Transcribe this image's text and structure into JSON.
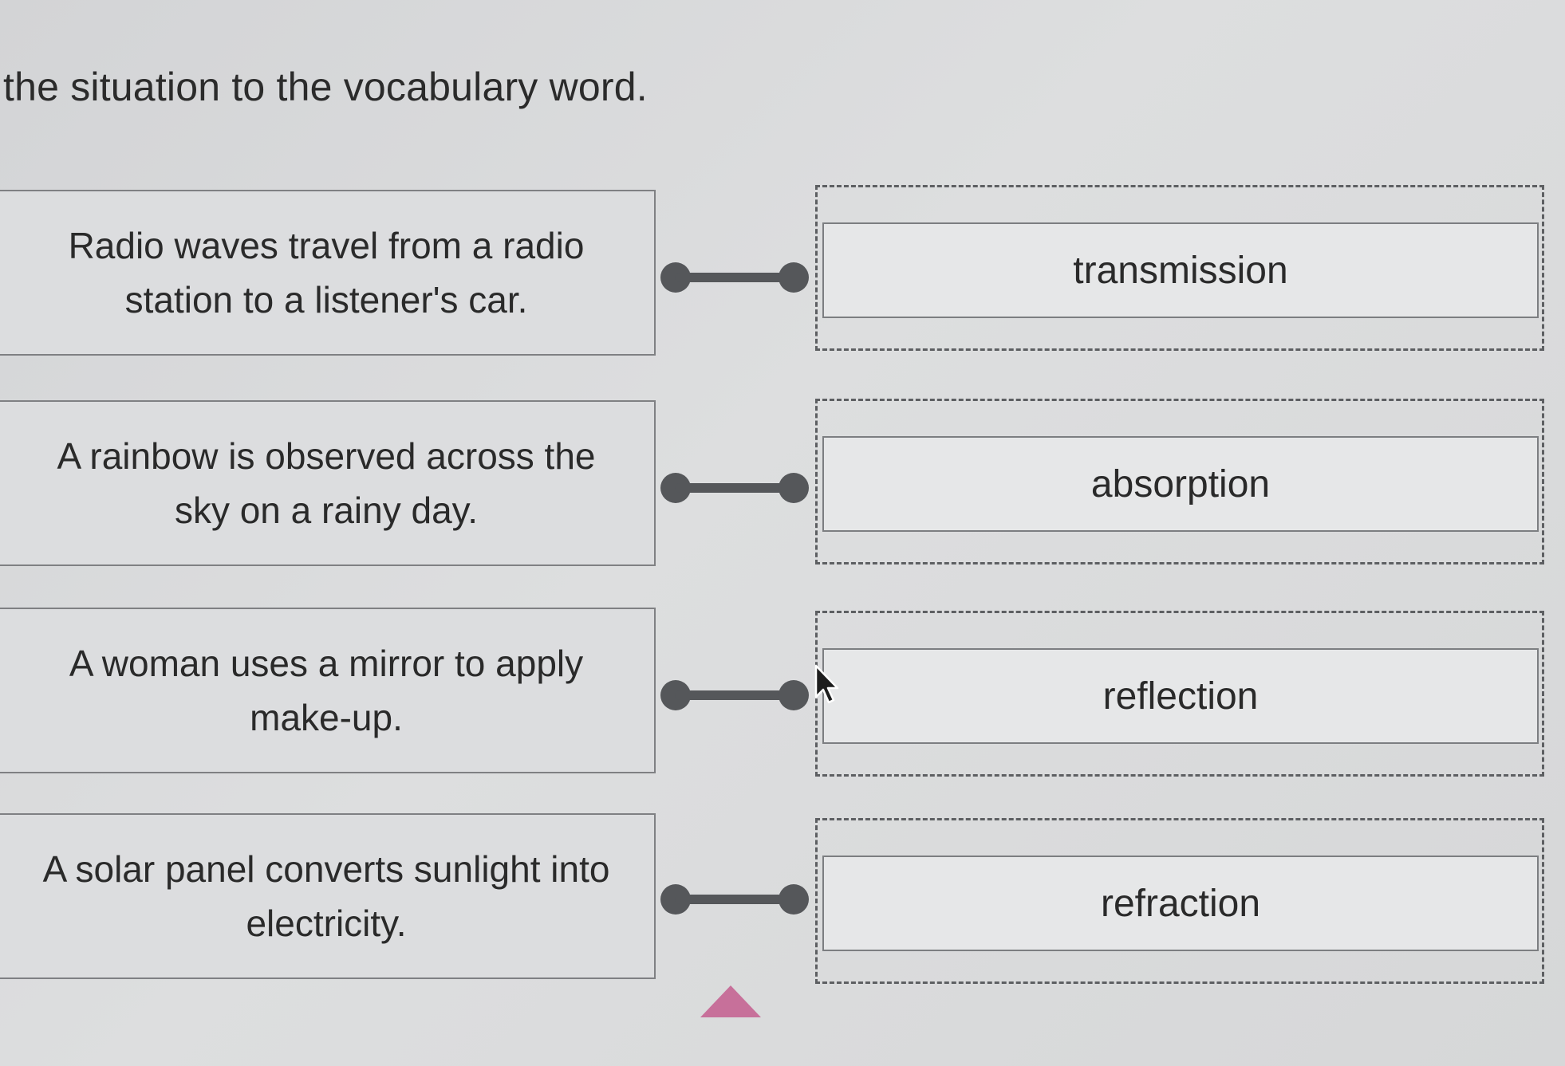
{
  "instructions": "the situation to the vocabulary word.",
  "situations": [
    {
      "line1": "Radio waves travel from a radio",
      "line2": "station to a listener's car."
    },
    {
      "line1": "A rainbow is observed across the",
      "line2": "sky on a rainy day."
    },
    {
      "line1": "A woman uses a mirror to apply",
      "line2": "make-up."
    },
    {
      "line1": "A solar panel converts sunlight into",
      "line2": "electricity."
    }
  ],
  "words": [
    "transmission",
    "absorption",
    "reflection",
    "refraction"
  ],
  "colors": {
    "connector": "#55575a",
    "scroll_arrow": "#c7709a"
  },
  "icons": {
    "cursor": "mouse-pointer-icon",
    "scroll": "up-arrow-icon"
  }
}
